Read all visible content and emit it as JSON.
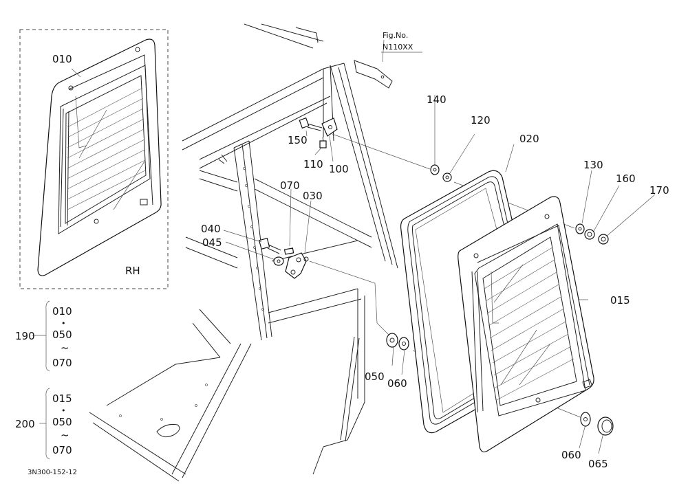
{
  "figure": {
    "fig_no_label": "Fig.No.",
    "fig_no_value": "N110XX",
    "drawing_code": "3N300-152-12",
    "inset_label": "RH"
  },
  "callouts": {
    "p010": "010",
    "p015": "015",
    "p020": "020",
    "p030": "030",
    "p040": "040",
    "p045": "045",
    "p050": "050",
    "p060a": "060",
    "p060b": "060",
    "p065": "065",
    "p070": "070",
    "p100": "100",
    "p110": "110",
    "p120": "120",
    "p130": "130",
    "p140": "140",
    "p150": "150",
    "p160": "160",
    "p170": "170"
  },
  "kits": [
    {
      "number": "190",
      "first": "010",
      "middle": "050",
      "last": "070"
    },
    {
      "number": "200",
      "first": "015",
      "middle": "050",
      "last": "070"
    }
  ],
  "kit_symbols": {
    "dot": "•",
    "range": "~"
  }
}
